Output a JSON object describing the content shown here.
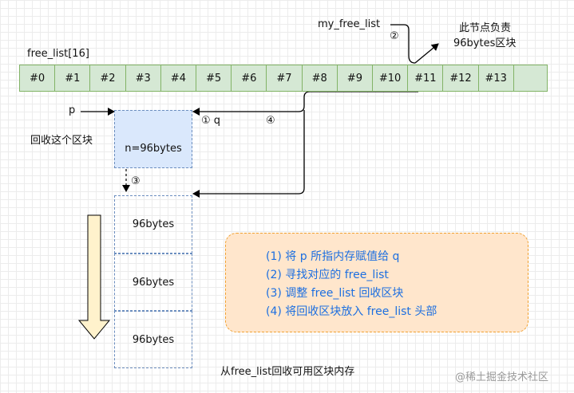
{
  "array_label": "free_list[16]",
  "cells": [
    "#0",
    "#1",
    "#2",
    "#3",
    "#4",
    "#5",
    "#6",
    "#7",
    "#8",
    "#9",
    "#10",
    "#11",
    "#12",
    "#13",
    ""
  ],
  "pointer_label": "my_free_list",
  "step2": "②",
  "node_note_line1": "此节点负责",
  "node_note_line2": "96bytes区块",
  "p_label": "p",
  "reclaim_label": "回收这个区块",
  "q_label": "① q",
  "step4": "④",
  "reclaimed_block": "n=96bytes",
  "step3": "③",
  "chain_blocks": [
    "96bytes",
    "96bytes",
    "96bytes"
  ],
  "steps": [
    "(1) 将 p 所指内存赋值给 q",
    "(2) 寻找对应的 free_list",
    "(3) 调整 free_list 回收区块",
    "(4) 将回收区块放入 free_list 头部"
  ],
  "caption": "从free_list回收可用区块内存",
  "watermark": "@稀土掘金技术社区"
}
